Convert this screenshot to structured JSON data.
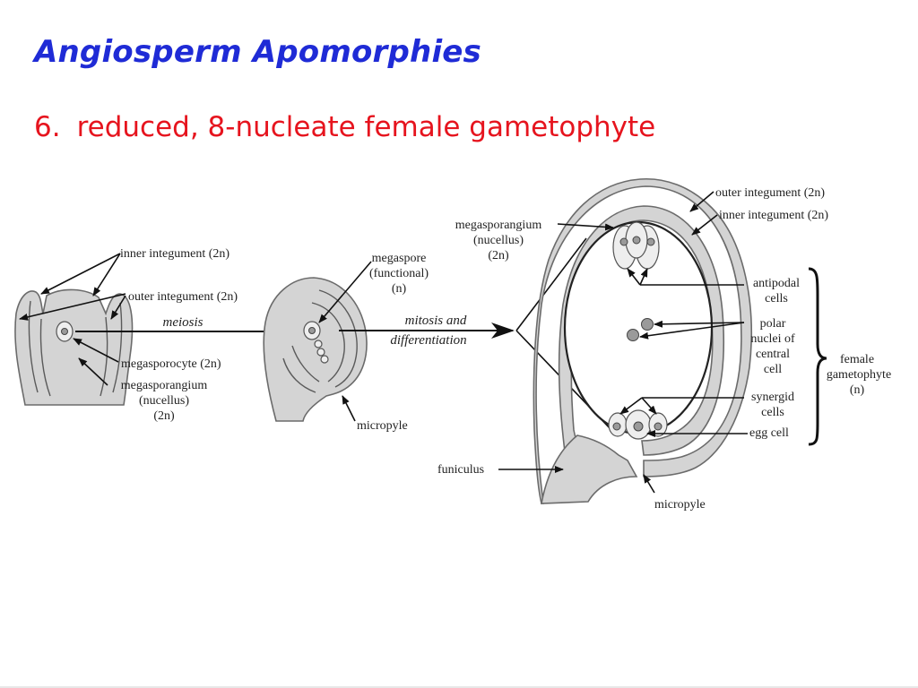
{
  "slide": {
    "title": "Angiosperm Apomorphies",
    "point_number": "6.",
    "point_text": "reduced, 8-nucleate female gametophyte"
  },
  "left_ovule": {
    "inner_integument": "inner integument (2n)",
    "outer_integument": "outer integument (2n)",
    "megasporocyte": "megasporocyte (2n)",
    "megasporangium_1": "megasporangium",
    "megasporangium_2": "(nucellus)",
    "megasporangium_3": "(2n)"
  },
  "process_1": "meiosis",
  "middle_ovule": {
    "megaspore_1": "megaspore",
    "megaspore_2": "(functional)",
    "megaspore_3": "(n)",
    "micropyle": "micropyle"
  },
  "process_2_line1": "mitosis and",
  "process_2_line2": "differentiation",
  "right_ovule": {
    "outer_integument": "outer integument (2n)",
    "inner_integument": "inner integument (2n)",
    "megasporangium_1": "megasporangium",
    "megasporangium_2": "(nucellus)",
    "megasporangium_3": "(2n)",
    "antipodal_1": "antipodal",
    "antipodal_2": "cells",
    "polar_1": "polar",
    "polar_2": "nuclei of",
    "polar_3": "central",
    "polar_4": "cell",
    "synergid_1": "synergid",
    "synergid_2": "cells",
    "egg_cell": "egg cell",
    "funiculus": "funiculus",
    "micropyle": "micropyle",
    "female_1": "female",
    "female_2": "gametophyte",
    "female_3": "(n)"
  }
}
